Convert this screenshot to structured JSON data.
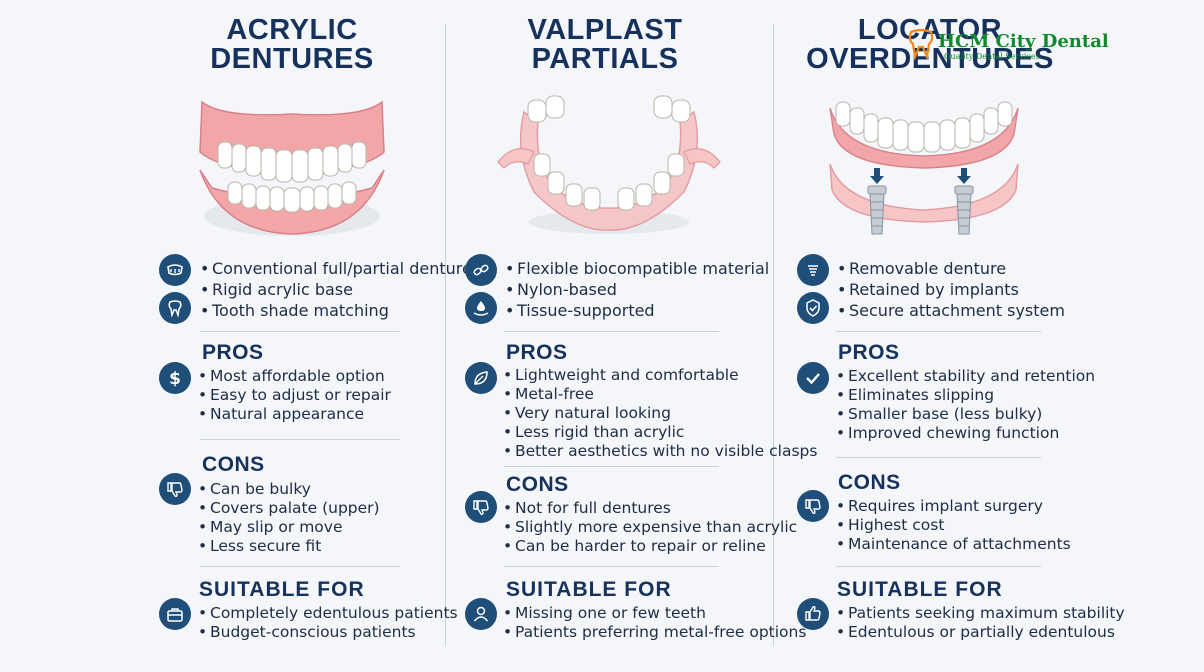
{
  "columns": [
    {
      "title_line1": "ACRYLIC",
      "title_line2": "DENTURES",
      "features": [
        "Conventional full/partial denture",
        "Rigid acrylic base",
        "Tooth shade matching"
      ],
      "pros_heading": "PROS",
      "pros": [
        "Most affordable option",
        "Easy to adjust or repair",
        "Natural appearance"
      ],
      "cons_heading": "CONS",
      "cons": [
        "Can be bulky",
        "Covers palate (upper)",
        "May slip or move",
        "Less secure fit"
      ],
      "suitable_heading": "SUITABLE FOR",
      "suitable": [
        "Completely edentulous patients",
        "Budget-conscious patients"
      ],
      "icons": [
        "denture-icon",
        "tooth-icon",
        "dollar-icon",
        "thumbs-down-icon",
        "briefcase-icon"
      ]
    },
    {
      "title_line1": "VALPLAST",
      "title_line2": "PARTIALS",
      "features": [
        "Flexible biocompatible material",
        "Nylon-based",
        "Tissue-supported"
      ],
      "pros_heading": "PROS",
      "pros": [
        "Lightweight and comfortable",
        "Metal-free",
        "Very natural looking",
        "Less rigid than acrylic",
        "Better aesthetics with no visible clasps"
      ],
      "cons_heading": "CONS",
      "cons": [
        "Not for full dentures",
        "Slightly more expensive than acrylic",
        "Can be harder to repair or reline"
      ],
      "suitable_heading": "SUITABLE FOR",
      "suitable": [
        "Missing one or few teeth",
        "Patients preferring metal-free options"
      ],
      "icons": [
        "flex-chain-icon",
        "water-drop-hand-icon",
        "leaf-icon",
        "thumbs-down-icon",
        "person-icon"
      ]
    },
    {
      "title_line1": "LOCATOR",
      "title_line2": "OVERDENTURES",
      "features": [
        "Removable denture",
        "Retained by implants",
        "Secure attachment system"
      ],
      "pros_heading": "PROS",
      "pros": [
        "Excellent stability and retention",
        "Eliminates slipping",
        "Smaller base (less bulky)",
        "Improved chewing function"
      ],
      "cons_heading": "CONS",
      "cons": [
        "Requires implant surgery",
        "Highest cost",
        "Maintenance of attachments"
      ],
      "suitable_heading": "SUITABLE FOR",
      "suitable": [
        "Patients seeking maximum stability",
        "Edentulous or partially edentulous"
      ],
      "icons": [
        "implant-icon",
        "shield-check-icon",
        "check-icon",
        "thumbs-down-icon",
        "thumbs-up-icon"
      ]
    }
  ],
  "watermark": {
    "name": "HCM City Dental",
    "tagline": "Quality Dental Services"
  },
  "colors": {
    "navy": "#16325c",
    "icon_bg": "#1f4e79",
    "gum_pink": "#f2a6a8",
    "watermark_green": "#0f8a2b",
    "watermark_orange": "#f08a1c"
  }
}
